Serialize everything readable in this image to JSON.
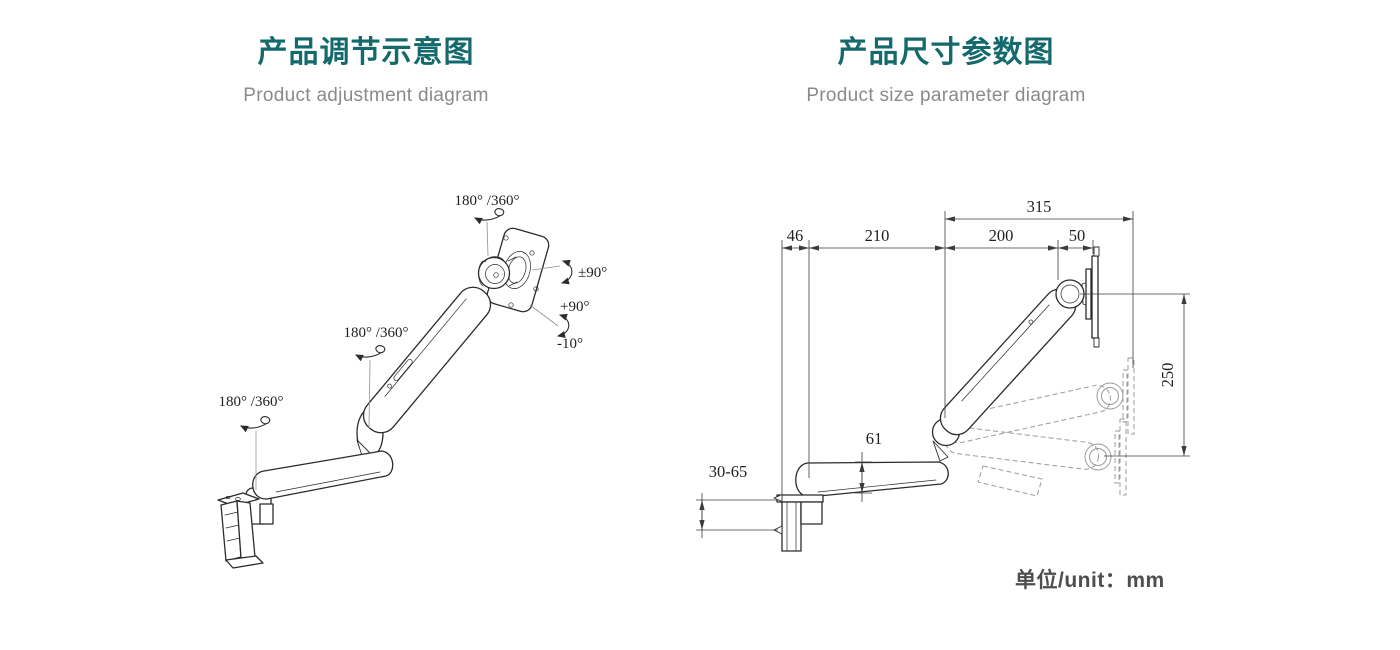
{
  "page": {
    "background": "#ffffff"
  },
  "colors": {
    "title_teal": "#13696c",
    "subtitle_gray": "#8a8a8a",
    "line_dark": "#2b2b2b",
    "dimension_line": "#3c3c3c",
    "ghost_gray": "#9b9b9b",
    "unit_text": "#4e4e4e"
  },
  "left_panel": {
    "title": "产品调节示意图",
    "subtitle": "Product adjustment diagram",
    "annotations": {
      "head_rotation": "180° /360°",
      "arm_rotation": "180° /360°",
      "base_rotation": "180° /360°",
      "screen_swivel": "±90°",
      "tilt_up": "+90°",
      "tilt_down": "-10°"
    }
  },
  "right_panel": {
    "title": "产品尺寸参数图",
    "subtitle": "Product size parameter diagram",
    "dimensions": {
      "overall_reach": "315",
      "clamp_depth": "46",
      "lower_arm_length": "210",
      "upper_arm_reach": "200",
      "vesa_offset": "50",
      "height_range": "250",
      "arm_thickness": "61",
      "desk_thickness_range": "30-65"
    },
    "unit_label": "单位/unit：mm"
  }
}
